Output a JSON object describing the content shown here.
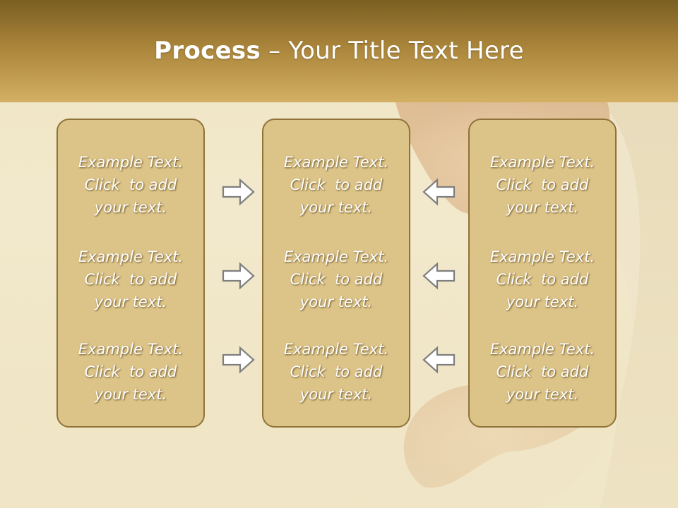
{
  "slide": {
    "title_bold": "Process",
    "title_rest": " – Your Title Text Here"
  },
  "columns": [
    {
      "items": [
        {
          "line1": "Example Text.",
          "line2": "Click  to add",
          "line3": "your text."
        },
        {
          "line1": "Example Text.",
          "line2": "Click  to add",
          "line3": "your text."
        },
        {
          "line1": "Example Text.",
          "line2": "Click  to add",
          "line3": "your text."
        }
      ]
    },
    {
      "items": [
        {
          "line1": "Example Text.",
          "line2": "Click  to add",
          "line3": "your text."
        },
        {
          "line1": "Example Text.",
          "line2": "Click  to add",
          "line3": "your text."
        },
        {
          "line1": "Example Text.",
          "line2": "Click  to add",
          "line3": "your text."
        }
      ]
    },
    {
      "items": [
        {
          "line1": "Example Text.",
          "line2": "Click  to add",
          "line3": "your text."
        },
        {
          "line1": "Example Text.",
          "line2": "Click  to add",
          "line3": "your text."
        },
        {
          "line1": "Example Text.",
          "line2": "Click  to add",
          "line3": "your text."
        }
      ]
    }
  ],
  "icons": {
    "left_arrows": "arrow-right-icon",
    "right_arrows": "arrow-left-icon"
  },
  "colors": {
    "header": "#a9843a",
    "box_fill": "#dcc387",
    "box_border": "#8f7339",
    "arrow_fill": "#ffffff",
    "arrow_stroke": "#7f7f7f"
  }
}
